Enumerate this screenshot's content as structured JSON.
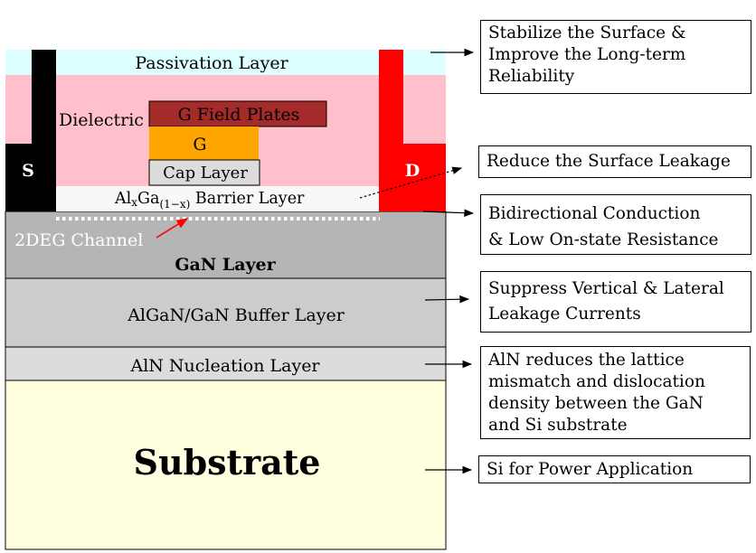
{
  "device": {
    "passivation_label": "Passivation Layer",
    "dielectric_label": "Dielectric",
    "field_plates_label": "G Field Plates",
    "gate_label": "G",
    "cap_label": "Cap Layer",
    "source_label": "S",
    "drain_label": "D",
    "barrier_label": {
      "al": "Al",
      "x": "x",
      "ga": "Ga",
      "sub": "(1−x)",
      "rest": " Barrier Layer"
    },
    "channel_label": "2DEG Channel",
    "gan_label": "GaN Layer",
    "buffer_label": "AlGaN/GaN Buffer Layer",
    "nucleation_label": "AlN Nucleation Layer",
    "substrate_label": "Substrate"
  },
  "annotations": [
    "Stabilize the Surface &\nImprove the Long-term\nReliability",
    "Reduce the Surface Leakage",
    "Bidirectional Conduction\n& Low On-state Resistance",
    "Suppress Vertical & Lateral\nLeakage Currents",
    "AlN reduces the lattice\nmismatch and dislocation\ndensity between the GaN\nand Si substrate",
    "Si for Power Application"
  ],
  "colors": {
    "passivation": "#ddffff",
    "dielectric": "#ffc0cb",
    "field_plates": "#a52a2a",
    "gate": "#ffa500",
    "cap": "#dcdcdc",
    "source": "#000000",
    "drain": "#ff0000",
    "barrier": "#f8f8f8",
    "gan": "#b5b5b5",
    "buffer": "#cccccc",
    "nucleation": "#dcdcdc",
    "substrate": "#ffffe0",
    "channel_arrow": "#ff0000"
  }
}
